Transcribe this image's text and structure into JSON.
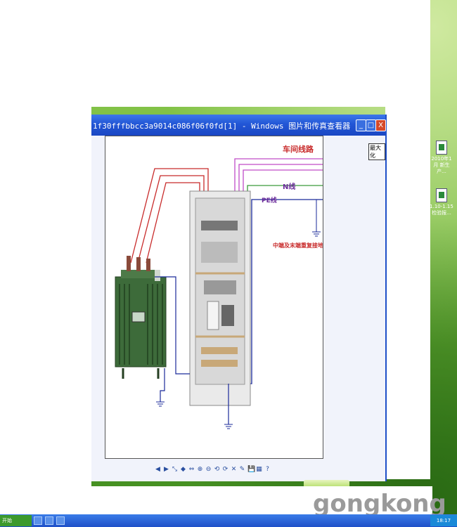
{
  "window": {
    "title": "1f30fffbbcc3a9014c086f06f0fd[1] - Windows 图片和传真查看器",
    "minimize_label": "_",
    "maximize_label": "□",
    "close_label": "X",
    "maximize_tooltip": "最大化"
  },
  "diagram": {
    "workshop_line_label": "车间线路",
    "n_line_label": "N线",
    "pe_line_label": "PE线",
    "repeat_ground_label": "中端及末端重复接地"
  },
  "toolbar": {
    "items": [
      "◀",
      "▶",
      "⤡",
      "◆",
      "⇔",
      "⊕",
      "⊖",
      "⟲",
      "⟳",
      "✕",
      "✎",
      "💾",
      "▦",
      "?"
    ]
  },
  "desktop": {
    "icons": [
      {
        "label": "2010年1月 新生产..."
      },
      {
        "label": "1.10-1.15 检验报..."
      }
    ]
  },
  "watermark": "gongkong",
  "taskbar": {
    "start_label": "开始",
    "clock": "18:17"
  },
  "colors": {
    "titlebar": "#2256d6",
    "phase_line": "#c82a2a",
    "workshop_line": "#c04cc8",
    "n_line": "#3a9a3a",
    "pe_line": "#1a2a9a"
  }
}
